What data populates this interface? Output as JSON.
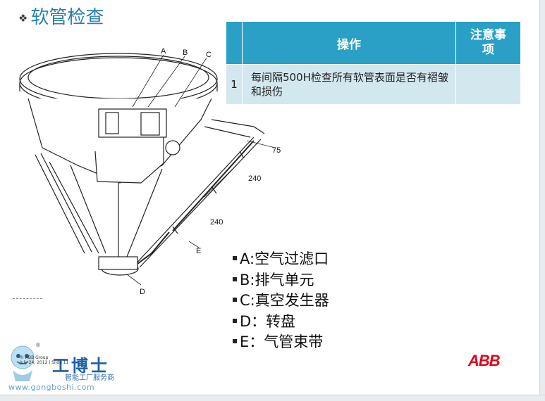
{
  "slide": {
    "title": "软管检查",
    "title_bullet": "❖"
  },
  "table": {
    "headers": [
      "",
      "操作",
      "注意事项"
    ],
    "rows": [
      {
        "num": "1",
        "operation": "每间隔500H检查所有软管表面是否有褶皱和损伤",
        "note": ""
      }
    ]
  },
  "diagram": {
    "labels": [
      "A",
      "B",
      "C",
      "D",
      "E"
    ],
    "dimensions": [
      "75",
      "240",
      "240"
    ]
  },
  "legend": [
    "A:空气过滤口",
    "B:排气单元",
    "C:真空发生器",
    "D：转盘",
    "E：气管束带"
  ],
  "footer": {
    "company": "© ABB Group",
    "date": "July 24, 2012 | Slide 11",
    "brand_logo": "ABB"
  },
  "watermark": {
    "name": "工博士",
    "tagline": "智能工厂服务商",
    "url": "www.gongboshi.com",
    "reg": "®"
  },
  "colors": {
    "title": "#2a7fae",
    "table_header_bg": "#2aa0c6",
    "table_row_bg": "#d3e7ee",
    "abb_red": "#e2001a"
  }
}
